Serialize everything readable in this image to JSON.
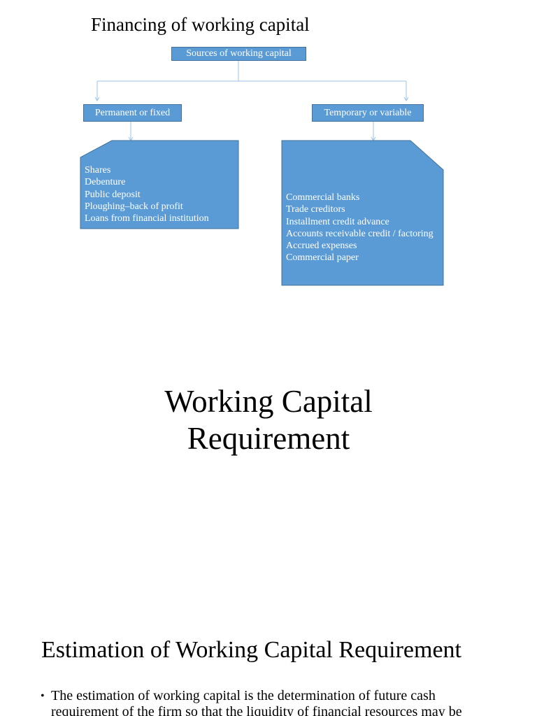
{
  "slide1": {
    "title": "Financing of working capital",
    "root_label": "Sources of working capital",
    "permanent": {
      "label": "Permanent or fixed",
      "items": [
        "Shares",
        "Debenture",
        "Public deposit",
        "Ploughing–back of profit",
        "Loans from financial institution"
      ]
    },
    "temporary": {
      "label": "Temporary or variable",
      "items": [
        "Commercial banks",
        "Trade creditors",
        "Installment credit advance",
        "Accounts receivable credit / factoring",
        "Accrued expenses",
        "Commercial paper"
      ]
    },
    "colors": {
      "box_fill": "#5b9bd5",
      "box_border": "#41719c",
      "box_text": "#ffffff"
    }
  },
  "slide2": {
    "title_line1": "Working Capital",
    "title_line2": "Requirement"
  },
  "slide3": {
    "title": "Estimation of Working Capital Requirement",
    "bullet": "•",
    "bullet_text": "The estimation of working capital is the determination of future cash requirement of the firm so that the liquidity of financial resources may be"
  }
}
